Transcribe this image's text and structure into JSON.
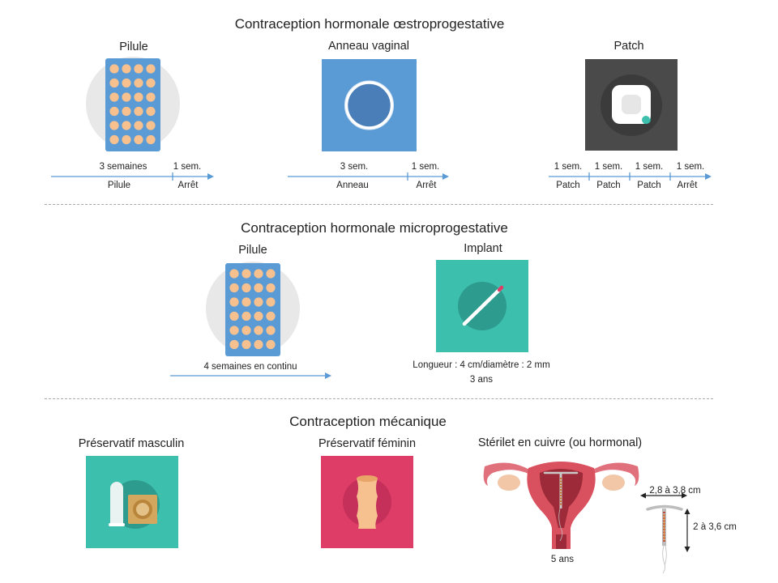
{
  "colors": {
    "pill_blue": "#5b9bd5",
    "pill_dot": "#f6c08f",
    "ring_bg": "#5b9bd5",
    "patch_bg": "#4a4a4a",
    "implant_bg": "#3dbfae",
    "condom_male_bg": "#3dbfae",
    "condom_female_bg": "#de3d68",
    "arrow": "#5b9bd5",
    "separator": "#a9a9a9"
  },
  "section1": {
    "title": "Contraception hormonale œstroprogestative",
    "pill": {
      "label": "Pilule",
      "timeline": {
        "period_top": "3 semaines",
        "break_top": "1 sem.",
        "period_bottom": "Pilule",
        "break_bottom": "Arrêt"
      }
    },
    "ring": {
      "label": "Anneau vaginal",
      "timeline": {
        "period_top": "3 sem.",
        "break_top": "1 sem.",
        "period_bottom": "Anneau",
        "break_bottom": "Arrêt"
      }
    },
    "patch": {
      "label": "Patch",
      "timeline": [
        {
          "top": "1 sem.",
          "bottom": "Patch"
        },
        {
          "top": "1 sem.",
          "bottom": "Patch"
        },
        {
          "top": "1 sem.",
          "bottom": "Patch"
        },
        {
          "top": "1 sem.",
          "bottom": "Arrêt"
        }
      ]
    }
  },
  "section2": {
    "title": "Contraception hormonale microprogestative",
    "pill": {
      "label": "Pilule",
      "timeline_label": "4 semaines en continu"
    },
    "implant": {
      "label": "Implant",
      "size": "Longueur : 4 cm/diamètre : 2 mm",
      "duration": "3 ans"
    }
  },
  "section3": {
    "title": "Contraception mécanique",
    "male": {
      "label": "Préservatif masculin"
    },
    "female": {
      "label": "Préservatif féminin"
    },
    "iud": {
      "label": "Stérilet en cuivre (ou hormonal)",
      "duration": "5 ans",
      "width": "2,8 à 3,8 cm",
      "height": "2 à 3,6 cm"
    }
  }
}
